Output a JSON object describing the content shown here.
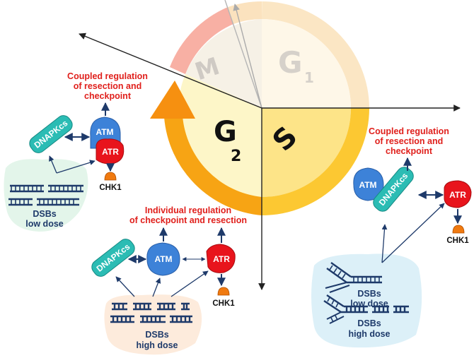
{
  "phases": {
    "m": "M",
    "g1": "G",
    "g1_sub": "1",
    "g2": "G",
    "g2_sub": "2",
    "s": "S"
  },
  "left_panel": {
    "title": [
      "Coupled regulation",
      "of resection and",
      "checkpoint"
    ],
    "proteins": {
      "dnapkcs": "DNAPKcs",
      "atm": "ATM",
      "atr": "ATR",
      "chk1": "CHK1"
    },
    "dsb_label": [
      "DSBs",
      "low dose"
    ]
  },
  "middle_panel": {
    "title": [
      "Individual regulation",
      "of checkpoint and resection"
    ],
    "proteins": {
      "dnapkcs": "DNAPKcs",
      "atm": "ATM",
      "atr": "ATR",
      "chk1": "CHK1"
    },
    "dsb_label": [
      "DSBs",
      "high dose"
    ]
  },
  "right_panel": {
    "title": [
      "Coupled regulation",
      "of resection and",
      "checkpoint"
    ],
    "proteins": {
      "atm": "ATM",
      "dnapkcs": "DNAPKcs",
      "atr": "ATR",
      "chk1": "CHK1"
    },
    "dsb_low_label": [
      "DSBs",
      "low dose"
    ],
    "dsb_high_label": [
      "DSBs",
      "high dose"
    ]
  },
  "colors": {
    "title_red": "#e0201c",
    "dna_blue": "#1e3a6a",
    "atm_blue": "#3d82d8",
    "dnapkcs_teal": "#2bbcb4",
    "atr_red": "#e8141c",
    "chk1_orange": "#f07a10",
    "g2_fill": "#fdf6c8",
    "s_fill": "#fde488",
    "arrow_orange": "#f79a10",
    "bg_green": "#e3f5ea",
    "bg_peach": "#fdebdc",
    "bg_blue": "#dcf0f8"
  }
}
